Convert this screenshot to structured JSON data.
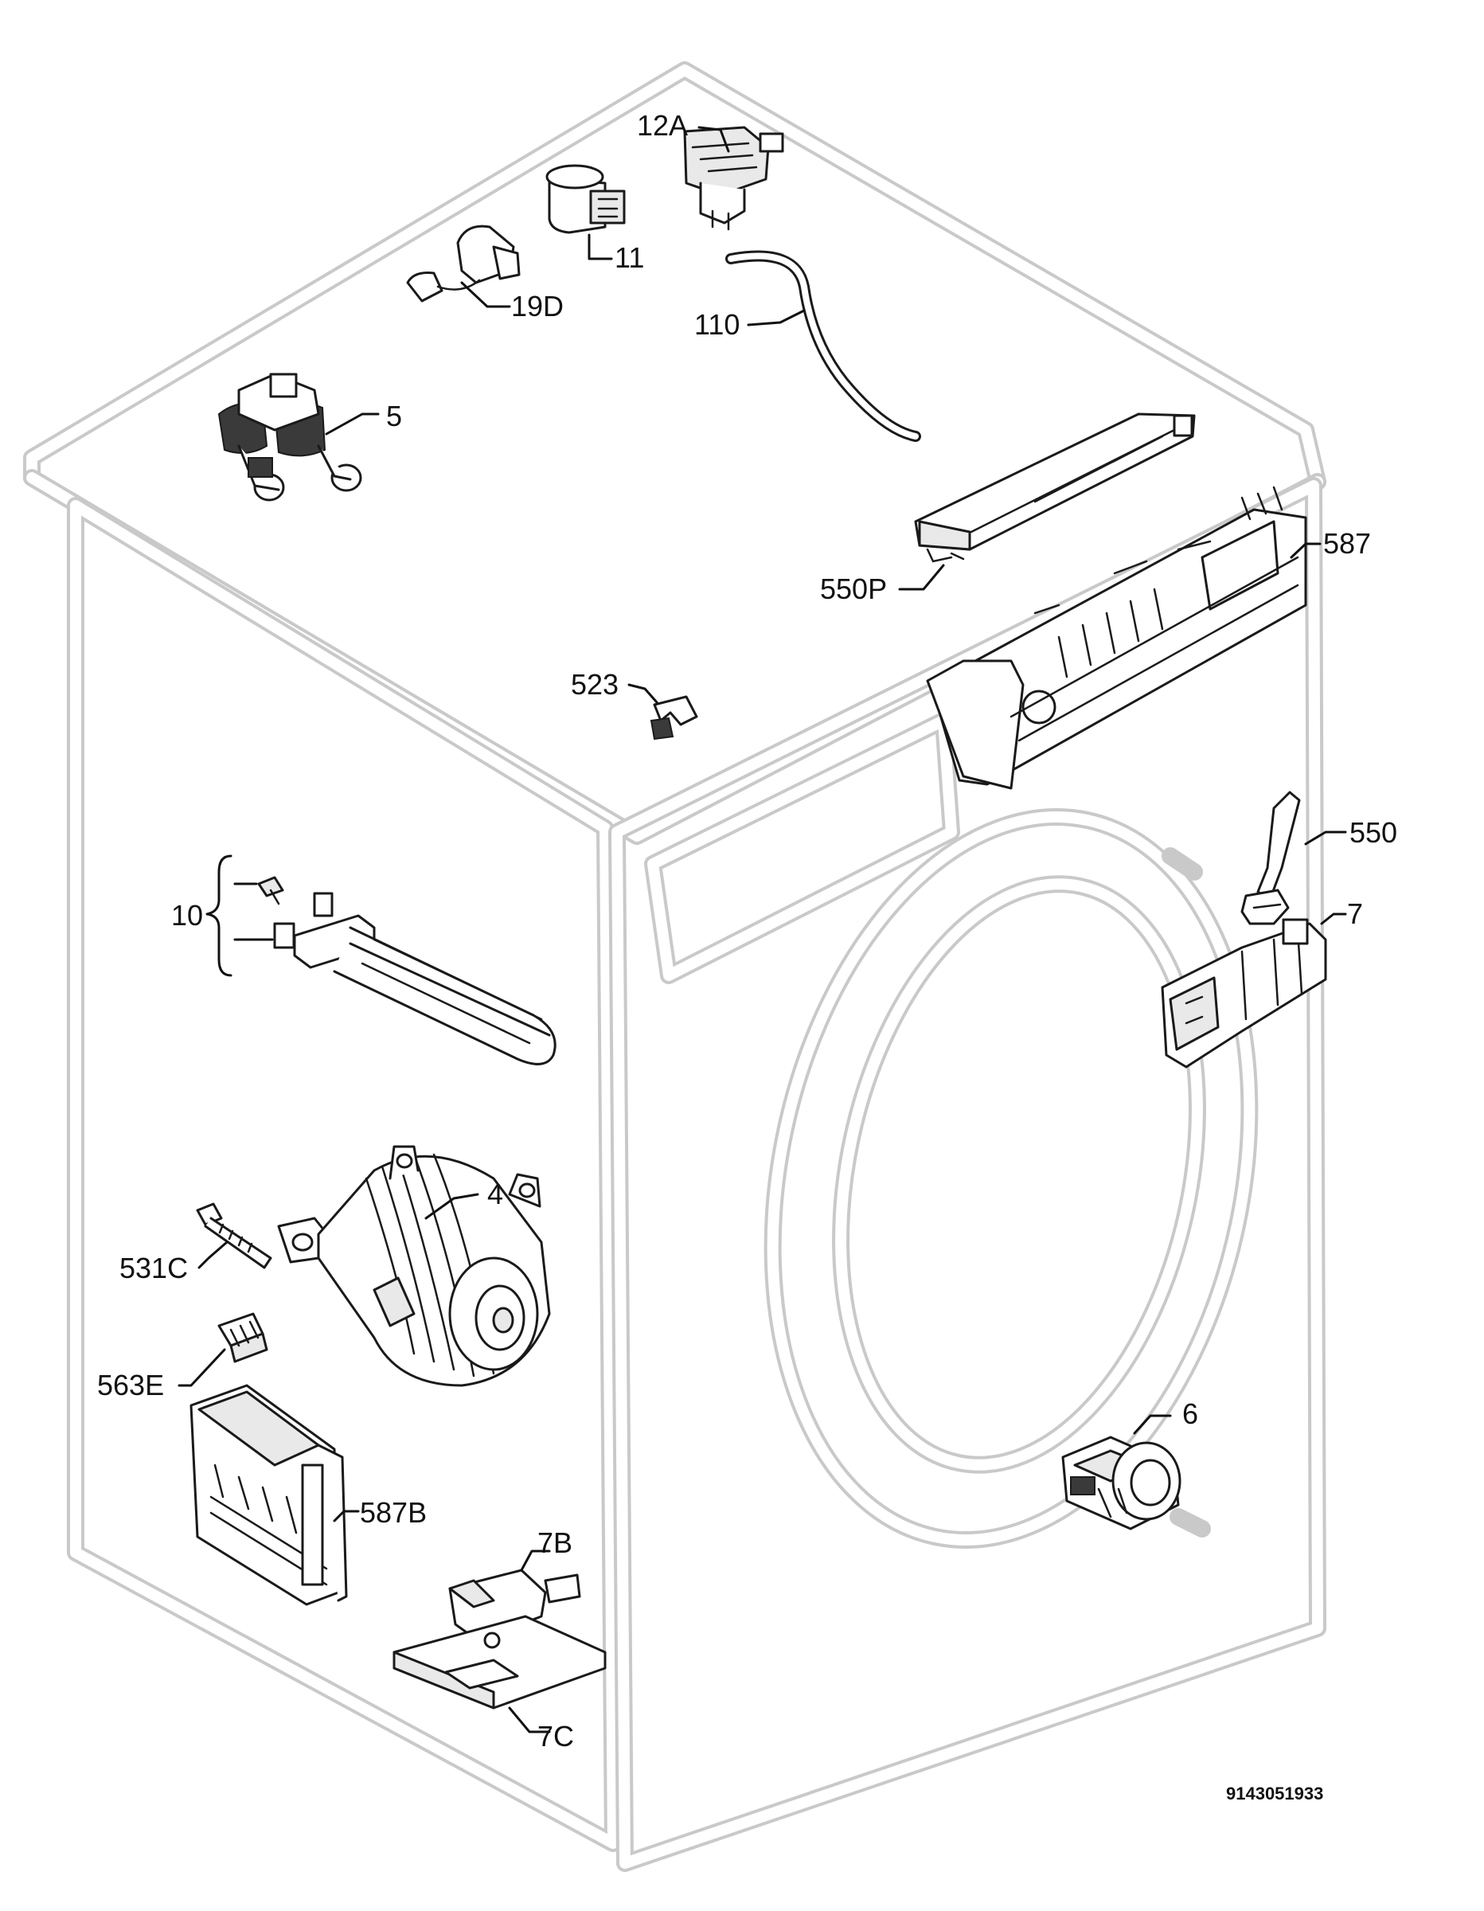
{
  "labels": {
    "p12a": "12A",
    "p11": "11",
    "p19d": "19D",
    "p110": "110",
    "p5": "5",
    "p550p": "550P",
    "p587": "587",
    "p523": "523",
    "p550": "550",
    "p10": "10",
    "p7": "7",
    "p4": "4",
    "p531c": "531C",
    "p563e": "563E",
    "p587b": "587B",
    "p7b": "7B",
    "p7c": "7C",
    "p6": "6"
  },
  "document_number": "9143051933",
  "colors": {
    "outline_ghost": "#c9c9c9",
    "line": "#1a1a1a",
    "background": "#ffffff"
  }
}
